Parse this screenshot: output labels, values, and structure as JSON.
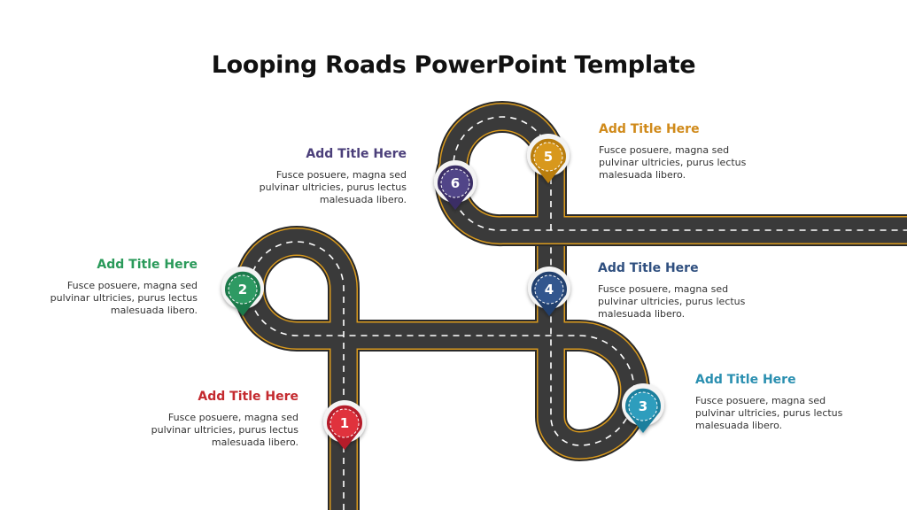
{
  "title": "Looping Roads PowerPoint Template",
  "steps": [
    {
      "number": "1",
      "title": "Add Title Here",
      "description": "Fusce posuere, magna sed pulvinar ultricies, purus lectus malesuada libero.",
      "color": "#b51f2a",
      "colorLight": "#e0303c"
    },
    {
      "number": "2",
      "title": "Add Title Here",
      "description": "Fusce posuere, magna sed pulvinar ultricies, purus lectus malesuada libero.",
      "color": "#1f7a4c",
      "colorLight": "#2f9a63"
    },
    {
      "number": "3",
      "title": "Add Title Here",
      "description": "Fusce posuere, magna sed pulvinar ultricies, purus lectus malesuada libero.",
      "color": "#1f7f9d",
      "colorLight": "#2f9dbd"
    },
    {
      "number": "4",
      "title": "Add Title Here",
      "description": "Fusce posuere, magna sed pulvinar ultricies, purus lectus malesuada libero.",
      "color": "#203f6e",
      "colorLight": "#30568e"
    },
    {
      "number": "5",
      "title": "Add Title Here",
      "description": "Fusce posuere, magna sed pulvinar ultricies, purus lectus malesuada libero.",
      "color": "#b97d10",
      "colorLight": "#d8981e"
    },
    {
      "number": "6",
      "title": "Add Title Here",
      "description": "Fusce posuere, magna sed pulvinar ultricies, purus lectus malesuada libero.",
      "color": "#3a2f66",
      "colorLight": "#514488"
    }
  ],
  "colors": {
    "road": "#3a3a3a",
    "roadEdge": "#d99a1e",
    "centerLine": "#ffffff",
    "title6": "#4b3f7a",
    "title5": "#d08a1a",
    "title2": "#2a9a5a",
    "title4": "#2f4f7f",
    "title1": "#c42a2f",
    "title3": "#2a8fb0"
  }
}
